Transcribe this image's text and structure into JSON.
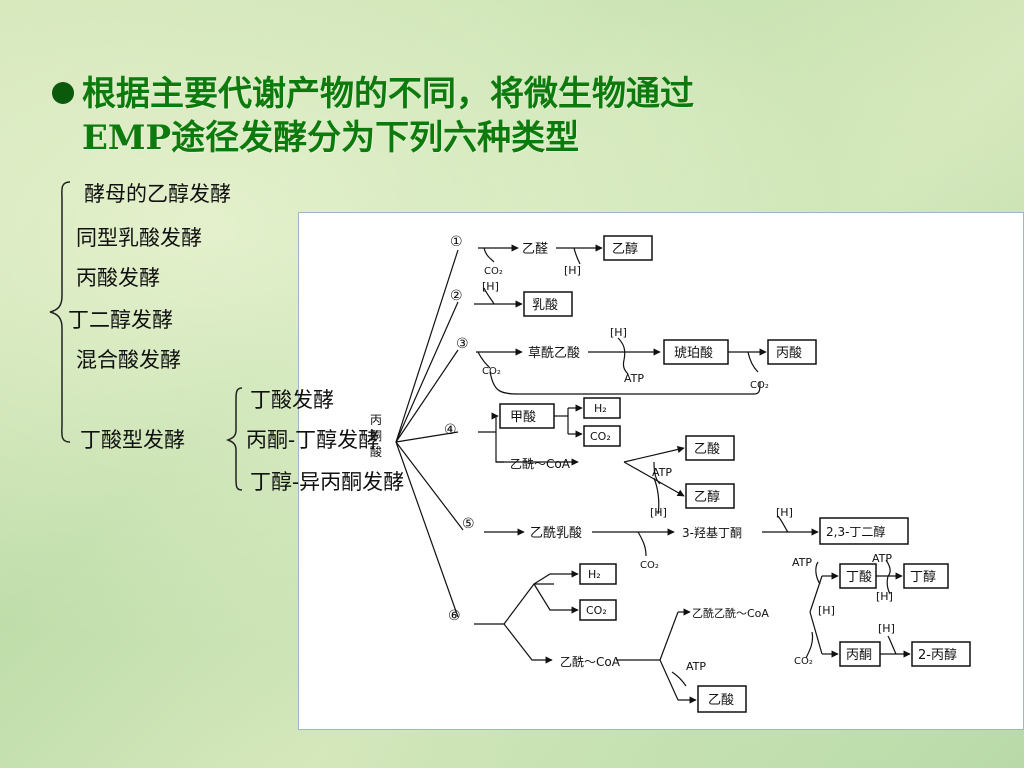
{
  "title": {
    "line1": "根据主要代谢产物的不同，将微生物通过",
    "line2": "EMP途径发酵分为下列六种类型"
  },
  "types": {
    "items": [
      "酵母的乙醇发酵",
      "同型乳酸发酵",
      "丙酸发酵",
      "丁二醇发酵",
      "混合酸发酵",
      "丁酸型发酵"
    ],
    "butyric_subtypes": [
      "丁酸发酵",
      "丙酮-丁醇发酵",
      "丁醇-异丙酮发酵"
    ]
  },
  "diagram": {
    "source_label": [
      "丙",
      "酮",
      "酸"
    ],
    "labels": {
      "n1": "①",
      "n2": "②",
      "n3": "③",
      "n4": "④",
      "n5": "⑤",
      "n6": "⑥",
      "yiquan": "乙醛",
      "co2_1": "CO₂",
      "h_1": "[H]",
      "yichun_1": "乙醇",
      "h_2": "[H]",
      "rusuan": "乳酸",
      "caoxian": "草酰乙酸",
      "h_3": "[H]",
      "atp_3": "ATP",
      "co2_3": "CO₂",
      "hupo": "琥珀酸",
      "bingsuan": "丙酸",
      "co2_3b": "CO₂",
      "jiasuan": "甲酸",
      "h2_4": "H₂",
      "co2_4": "CO₂",
      "yixian_coa_4": "乙酰～CoA",
      "atp_4": "ATP",
      "yisuan_4": "乙酸",
      "yichun_4": "乙醇",
      "h_4": "[H]",
      "yixian_rusuan": "乙酰乳酸",
      "co2_5": "CO₂",
      "qiang": "3-羟基丁酮",
      "h_5": "[H]",
      "dingerchun": "2,3-丁二醇",
      "h2_6": "H₂",
      "co2_6": "CO₂",
      "yixian_coa_6": "乙酰～CoA",
      "atp_6": "ATP",
      "yisuan_6": "乙酸",
      "yixianyixian": "乙酰乙酰～CoA",
      "atp_6b": "ATP",
      "dingsuan": "丁酸",
      "atp_6c": "ATP",
      "dingchun": "丁醇",
      "h_6a": "[H]",
      "h_6b": "[H]",
      "co2_6b": "CO₂",
      "bingtong": "丙酮",
      "h_6c": "[H]",
      "bingchun": "2-丙醇"
    }
  }
}
